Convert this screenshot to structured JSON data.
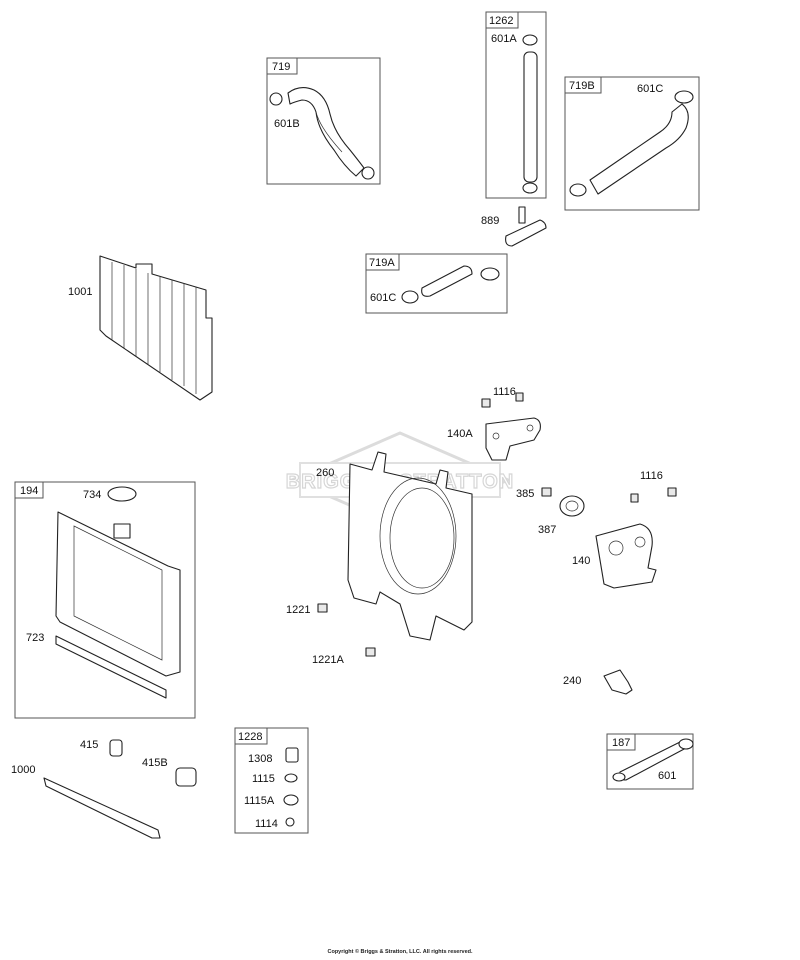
{
  "watermark": "BRIGGS & STRATTON",
  "copyright": "Copyright © Briggs & Stratton, LLC. All rights reserved.",
  "kits": {
    "k719": "719",
    "k1262": "1262",
    "k719B": "719B",
    "k719A": "719A",
    "k194": "194",
    "k1228": "1228",
    "k187": "187"
  },
  "parts": {
    "p601B": "601B",
    "p601A": "601A",
    "p601C_b": "601C",
    "p889": "889",
    "p601C_a": "601C",
    "p1001": "1001",
    "p1116_a": "1116",
    "p140A": "140A",
    "p260": "260",
    "p1116_b": "1116",
    "p385": "385",
    "p387": "387",
    "p140": "140",
    "p734": "734",
    "p723": "723",
    "p1221": "1221",
    "p1221A": "1221A",
    "p240": "240",
    "p415": "415",
    "p415B": "415B",
    "p1000": "1000",
    "p1308": "1308",
    "p1115": "1115",
    "p1115A": "1115A",
    "p1114": "1114",
    "p601": "601"
  }
}
